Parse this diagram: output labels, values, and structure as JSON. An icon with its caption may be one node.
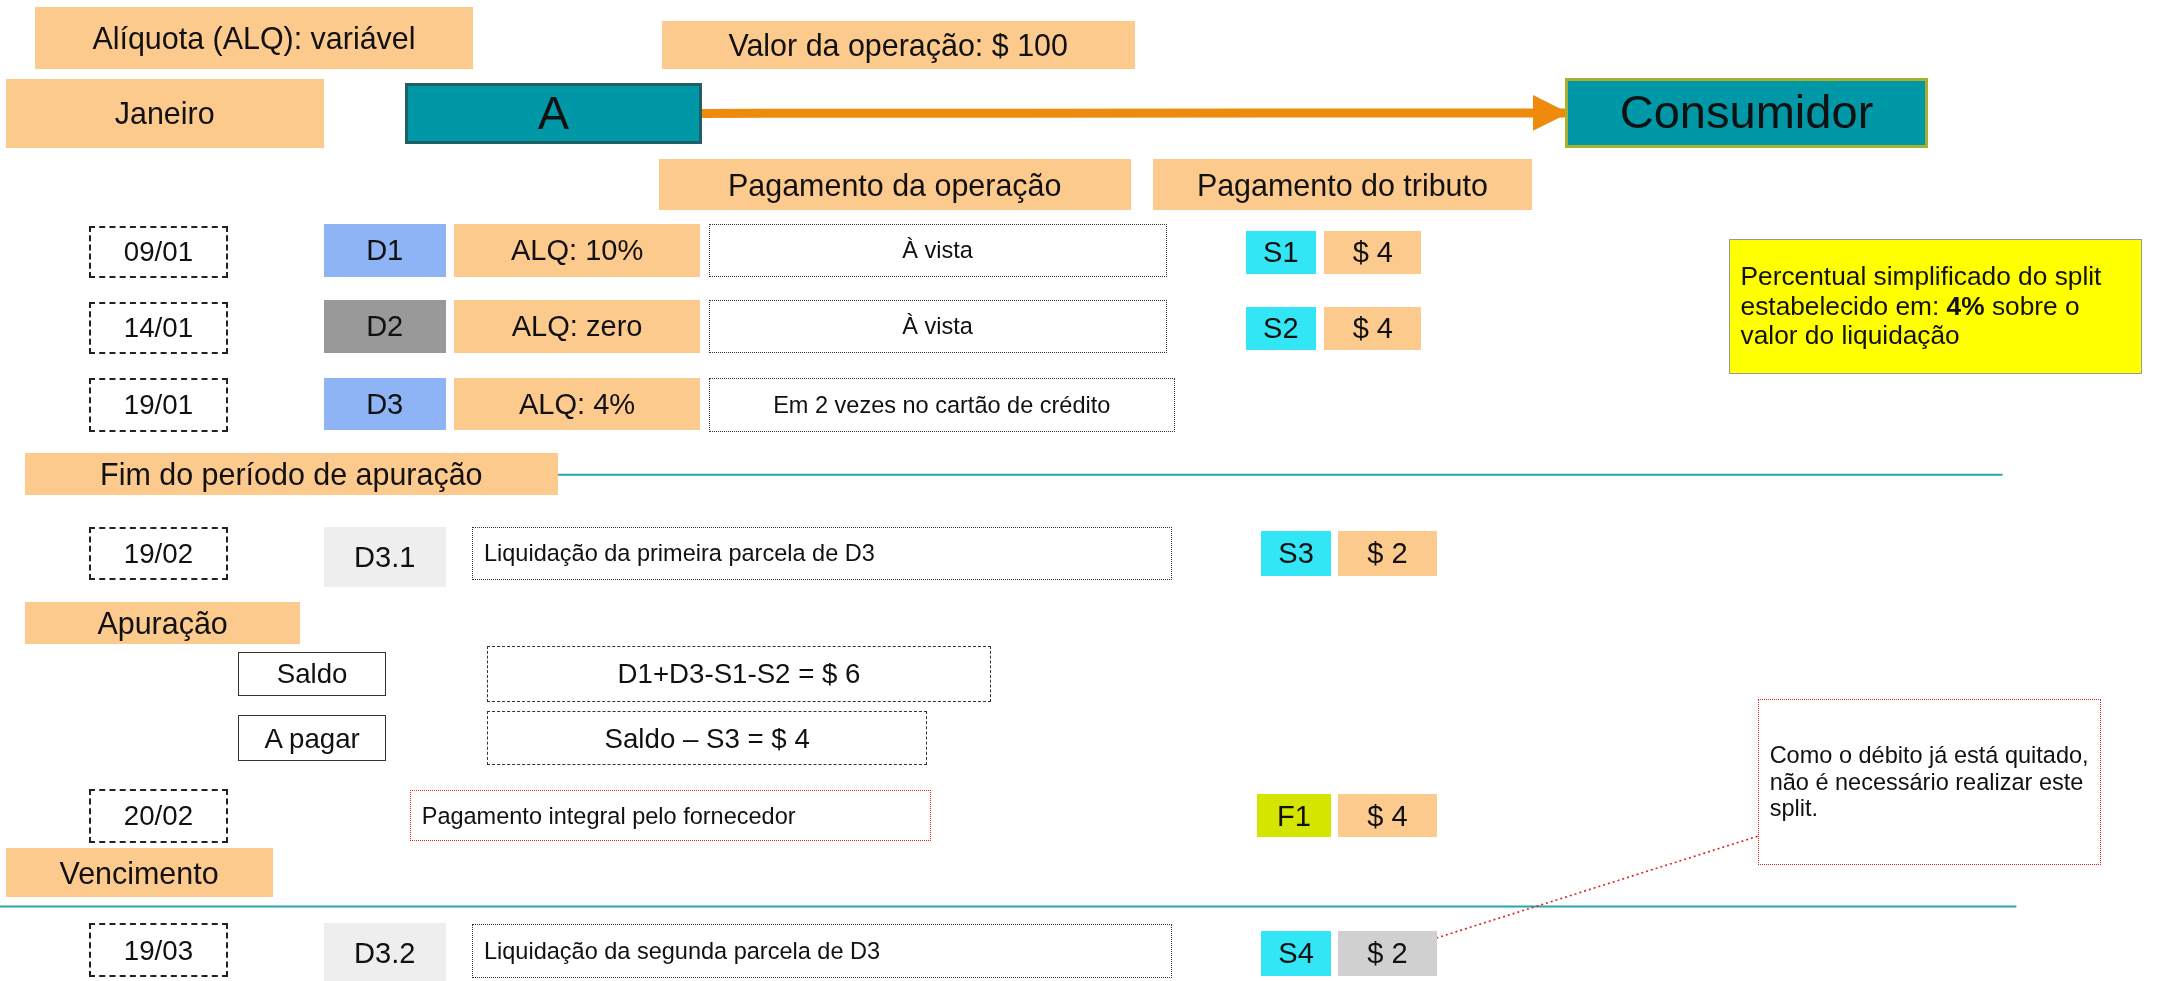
{
  "diagram": {
    "nodes": [
      {
        "text": [
          "Alíquota (ALQ): variável"
        ]
      },
      {
        "text": [
          "Valor da operação: $ 100"
        ]
      },
      {
        "text": [
          "Janeiro"
        ]
      },
      {
        "text": [
          "A"
        ]
      },
      {
        "text": [
          "Consumidor"
        ]
      },
      {
        "text": [
          "Pagamento da operação"
        ]
      },
      {
        "text": [
          "Pagamento do tributo"
        ]
      },
      {
        "text": [
          "09/01"
        ]
      },
      {
        "text": [
          "D1"
        ]
      },
      {
        "text": [
          "ALQ: 10%"
        ]
      },
      {
        "text": [
          "À vista"
        ]
      },
      {
        "text": [
          "S1"
        ]
      },
      {
        "text": [
          "$ 4"
        ]
      },
      {
        "text": [
          "Percentual simplificado do split estabelecido em: **4%** sobre o valor do liquidação"
        ]
      },
      {
        "text": [
          "14/01"
        ]
      },
      {
        "text": [
          "D2"
        ]
      },
      {
        "text": [
          "ALQ: zero"
        ]
      },
      {
        "text": [
          "À vista"
        ]
      },
      {
        "text": [
          "S2"
        ]
      },
      {
        "text": [
          "$ 4"
        ]
      },
      {
        "text": [
          "19/01"
        ]
      },
      {
        "text": [
          "D3"
        ]
      },
      {
        "text": [
          "ALQ: 4%"
        ]
      },
      {
        "text": [
          "Em 2 vezes no cartão de crédito"
        ]
      },
      {
        "text": [
          "Fim do período de apuração"
        ]
      },
      {
        "text": [
          "19/02"
        ]
      },
      {
        "text": [
          "D3.1"
        ]
      },
      {
        "text": [
          "Liquidação da primeira parcela de D3"
        ]
      },
      {
        "text": [
          "S3"
        ]
      },
      {
        "text": [
          "$ 2"
        ]
      },
      {
        "text": [
          "Apuração"
        ]
      },
      {
        "text": [
          "Saldo"
        ]
      },
      {
        "text": [
          "D1+D3-S1-S2 = $ 6"
        ]
      },
      {
        "text": [
          "A pagar"
        ]
      },
      {
        "text": [
          "Saldo – S3 = $ 4"
        ]
      },
      {
        "text": [
          "Como o débito já está quitado, não é necessário realizar este split."
        ]
      },
      {
        "text": [
          "20/02"
        ]
      },
      {
        "text": [
          "Pagamento integral pelo fornecedor"
        ]
      },
      {
        "text": [
          "F1"
        ]
      },
      {
        "text": [
          "$ 4"
        ]
      },
      {
        "text": [
          "Vencimento"
        ]
      },
      {
        "text": [
          "19/03"
        ]
      },
      {
        "text": [
          "D3.2"
        ]
      },
      {
        "text": [
          "Liquidação da segunda parcela de D3"
        ]
      },
      {
        "text": [
          "S4"
        ]
      },
      {
        "text": [
          "$ 2"
        ]
      }
    ],
    "edges": [
      {
        "from": 3,
        "to": 4,
        "arrow": "to",
        "style": "thick",
        "color": "#ee8a0c"
      },
      {
        "from": 35,
        "to": 45,
        "arrow": "none",
        "style": "dashed",
        "color": "#e02020"
      }
    ]
  }
}
